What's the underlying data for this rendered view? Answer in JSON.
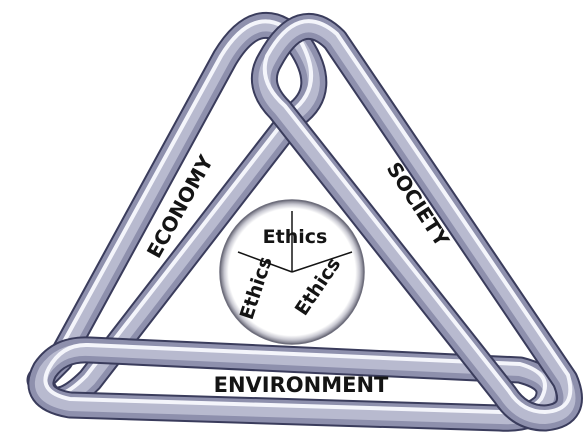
{
  "labels": {
    "economy": "ECONOMY",
    "society": "SOCIETY",
    "environment": "ENVIRONMENT"
  },
  "center": {
    "segments": [
      "Ethics",
      "Ethics",
      "Ethics"
    ]
  },
  "colors": {
    "tube": "#8e90ad",
    "tube_shadow": "#3a3c5c",
    "tube_highlight": "#f4f5fb",
    "text": "#141414",
    "circle_fill": "#ffffff",
    "circle_ring": "#9a9aa6"
  }
}
